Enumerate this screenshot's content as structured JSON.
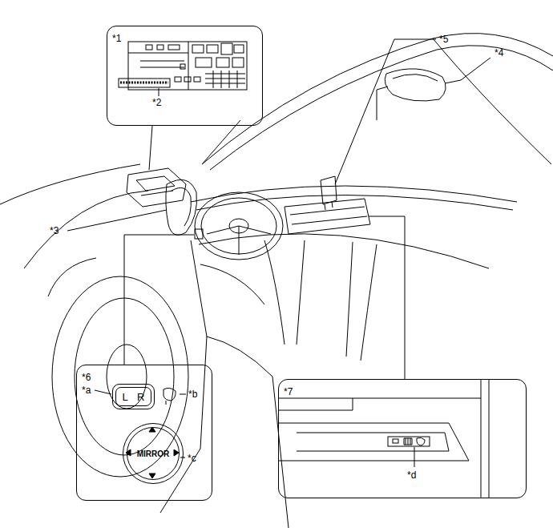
{
  "diagram": {
    "nodes": [
      {
        "text": [
          "*1"
        ]
      },
      {
        "text": [
          "*6"
        ]
      },
      {
        "text": [
          "L",
          "R"
        ],
        "in": 1
      },
      {
        "text": [
          "MIRROR"
        ],
        "in": 1
      },
      {
        "text": [
          "*7"
        ]
      }
    ],
    "labels": [
      "*2",
      "*3",
      "*4",
      "*5",
      "*a",
      "*b",
      "*c",
      "*d"
    ]
  }
}
